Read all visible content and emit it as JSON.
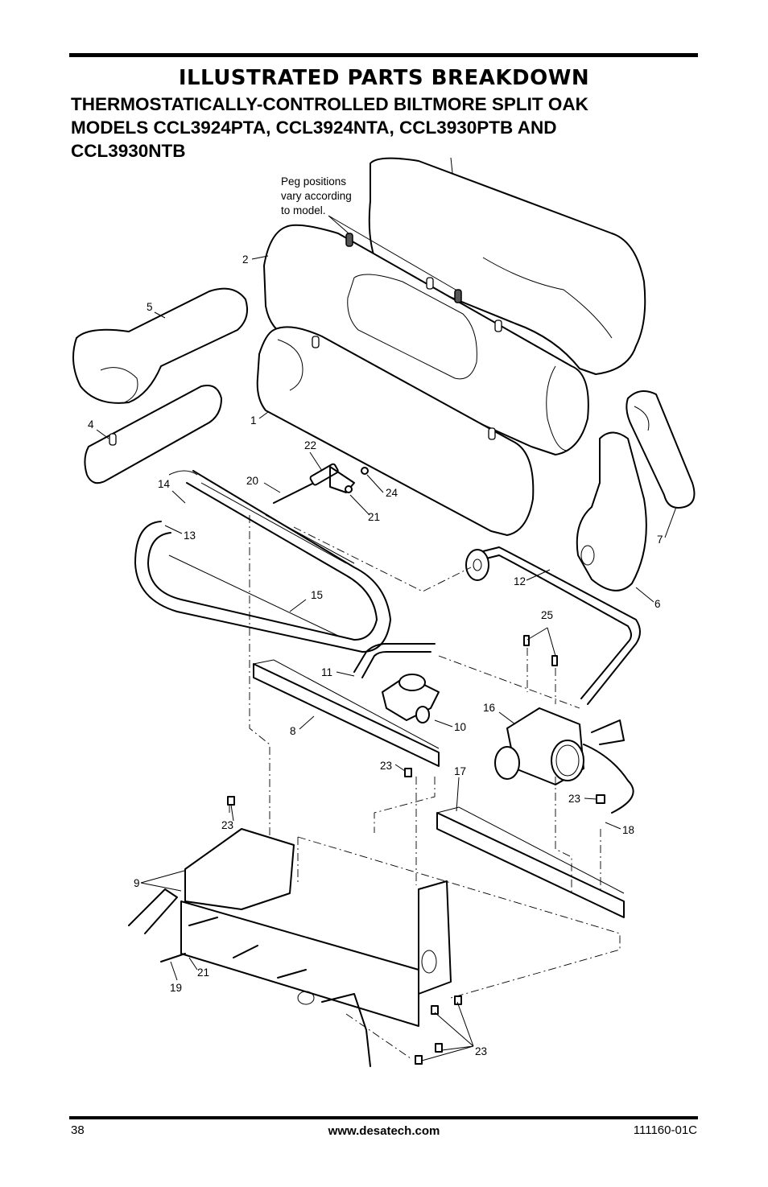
{
  "header": {
    "section_title": "ILLUSTRATED PARTS BREAKDOWN",
    "subtitle_lines": [
      "THERMOSTATICALLY-CONTROLLED BILTMORE SPLIT OAK",
      "MODELS CCL3924PTA, CCL3924NTA, CCL3930PTB AND",
      "CCL3930NTB"
    ]
  },
  "diagram": {
    "note_lines": [
      "Peg positions",
      "vary according",
      "to model."
    ],
    "callouts": {
      "c1": "1",
      "c2": "2",
      "c4": "4",
      "c5": "5",
      "c6": "6",
      "c7": "7",
      "c8": "8",
      "c9": "9",
      "c10": "10",
      "c11": "11",
      "c12": "12",
      "c13": "13",
      "c14": "14",
      "c15": "15",
      "c16": "16",
      "c17": "17",
      "c18": "18",
      "c19": "19",
      "c20": "20",
      "c21a": "21",
      "c21b": "21",
      "c22": "22",
      "c23a": "23",
      "c23b": "23",
      "c23c": "23",
      "c23d": "23",
      "c24": "24",
      "c25": "25"
    }
  },
  "footer": {
    "page_number": "38",
    "website": "www.desatech.com",
    "doc_code": "111160-01C"
  }
}
